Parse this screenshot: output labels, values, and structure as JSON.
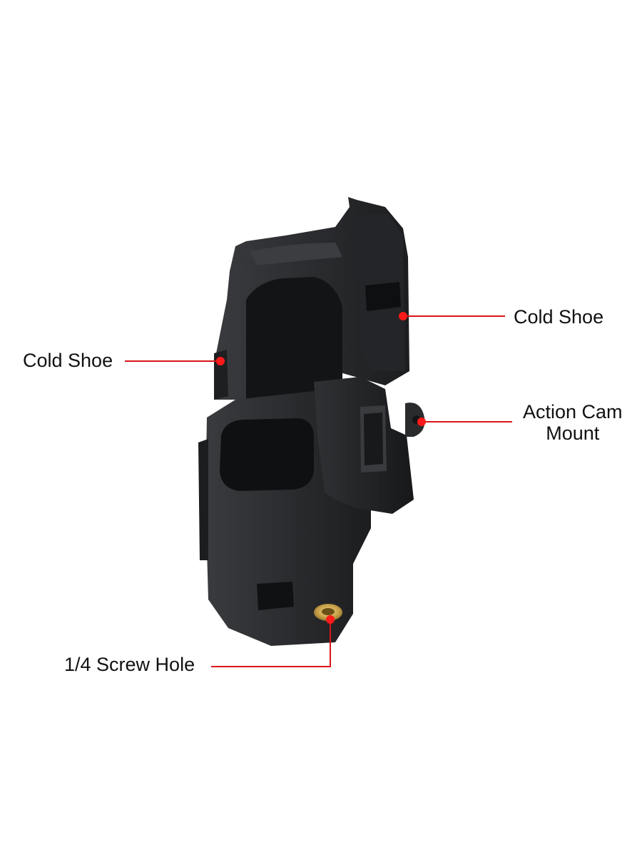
{
  "callouts": {
    "cold_shoe_left": "Cold Shoe",
    "cold_shoe_right": "Cold Shoe",
    "action_cam_mount_line1": "Action Cam",
    "action_cam_mount_line2": "Mount",
    "screw_hole": "1/4 Screw Hole"
  },
  "colors": {
    "background": "#ffffff",
    "leader_line": "#d8151b",
    "marker_dot": "#ff1a1a",
    "product_body": "#2a2b2d",
    "brass_insert": "#c9a24a"
  }
}
